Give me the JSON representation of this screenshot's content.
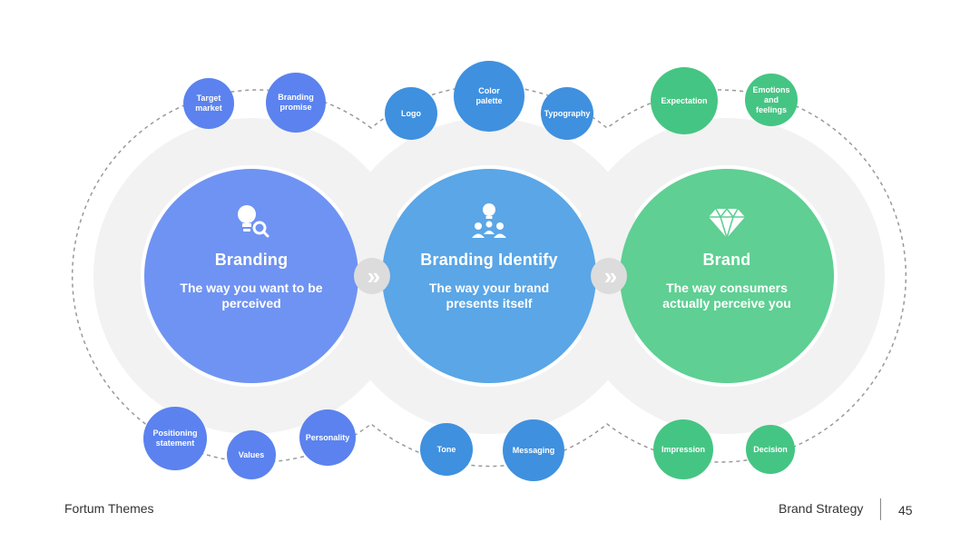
{
  "colors": {
    "purple": "#6a8cf0",
    "blue": "#4c9be2",
    "green": "#52c98a",
    "band": "#f2f2f2",
    "dash": "#999999"
  },
  "main_circles": [
    {
      "title": "Branding",
      "description": "The way you want to be perceived",
      "icon": "lightbulb-search-icon"
    },
    {
      "title": "Branding Identify",
      "description": "The way your brand presents itself",
      "icon": "lightbulb-people-icon"
    },
    {
      "title": "Brand",
      "description": "The way consumers actually perceive you",
      "icon": "diamond-icon"
    }
  ],
  "arrows": [
    "»",
    "»"
  ],
  "bubbles": {
    "top": [
      "Target\nmarket",
      "Branding\npromise",
      "Logo",
      "Color\npalette",
      "Typography",
      "Expectation",
      "Emotions\nand\nfeelings"
    ],
    "bottom": [
      "Positioning\nstatement",
      "Values",
      "Personality",
      "Tone",
      "Messaging",
      "Impression",
      "Decision"
    ]
  },
  "footer": {
    "left": "Fortum Themes",
    "right": "Brand Strategy",
    "page": "45"
  }
}
